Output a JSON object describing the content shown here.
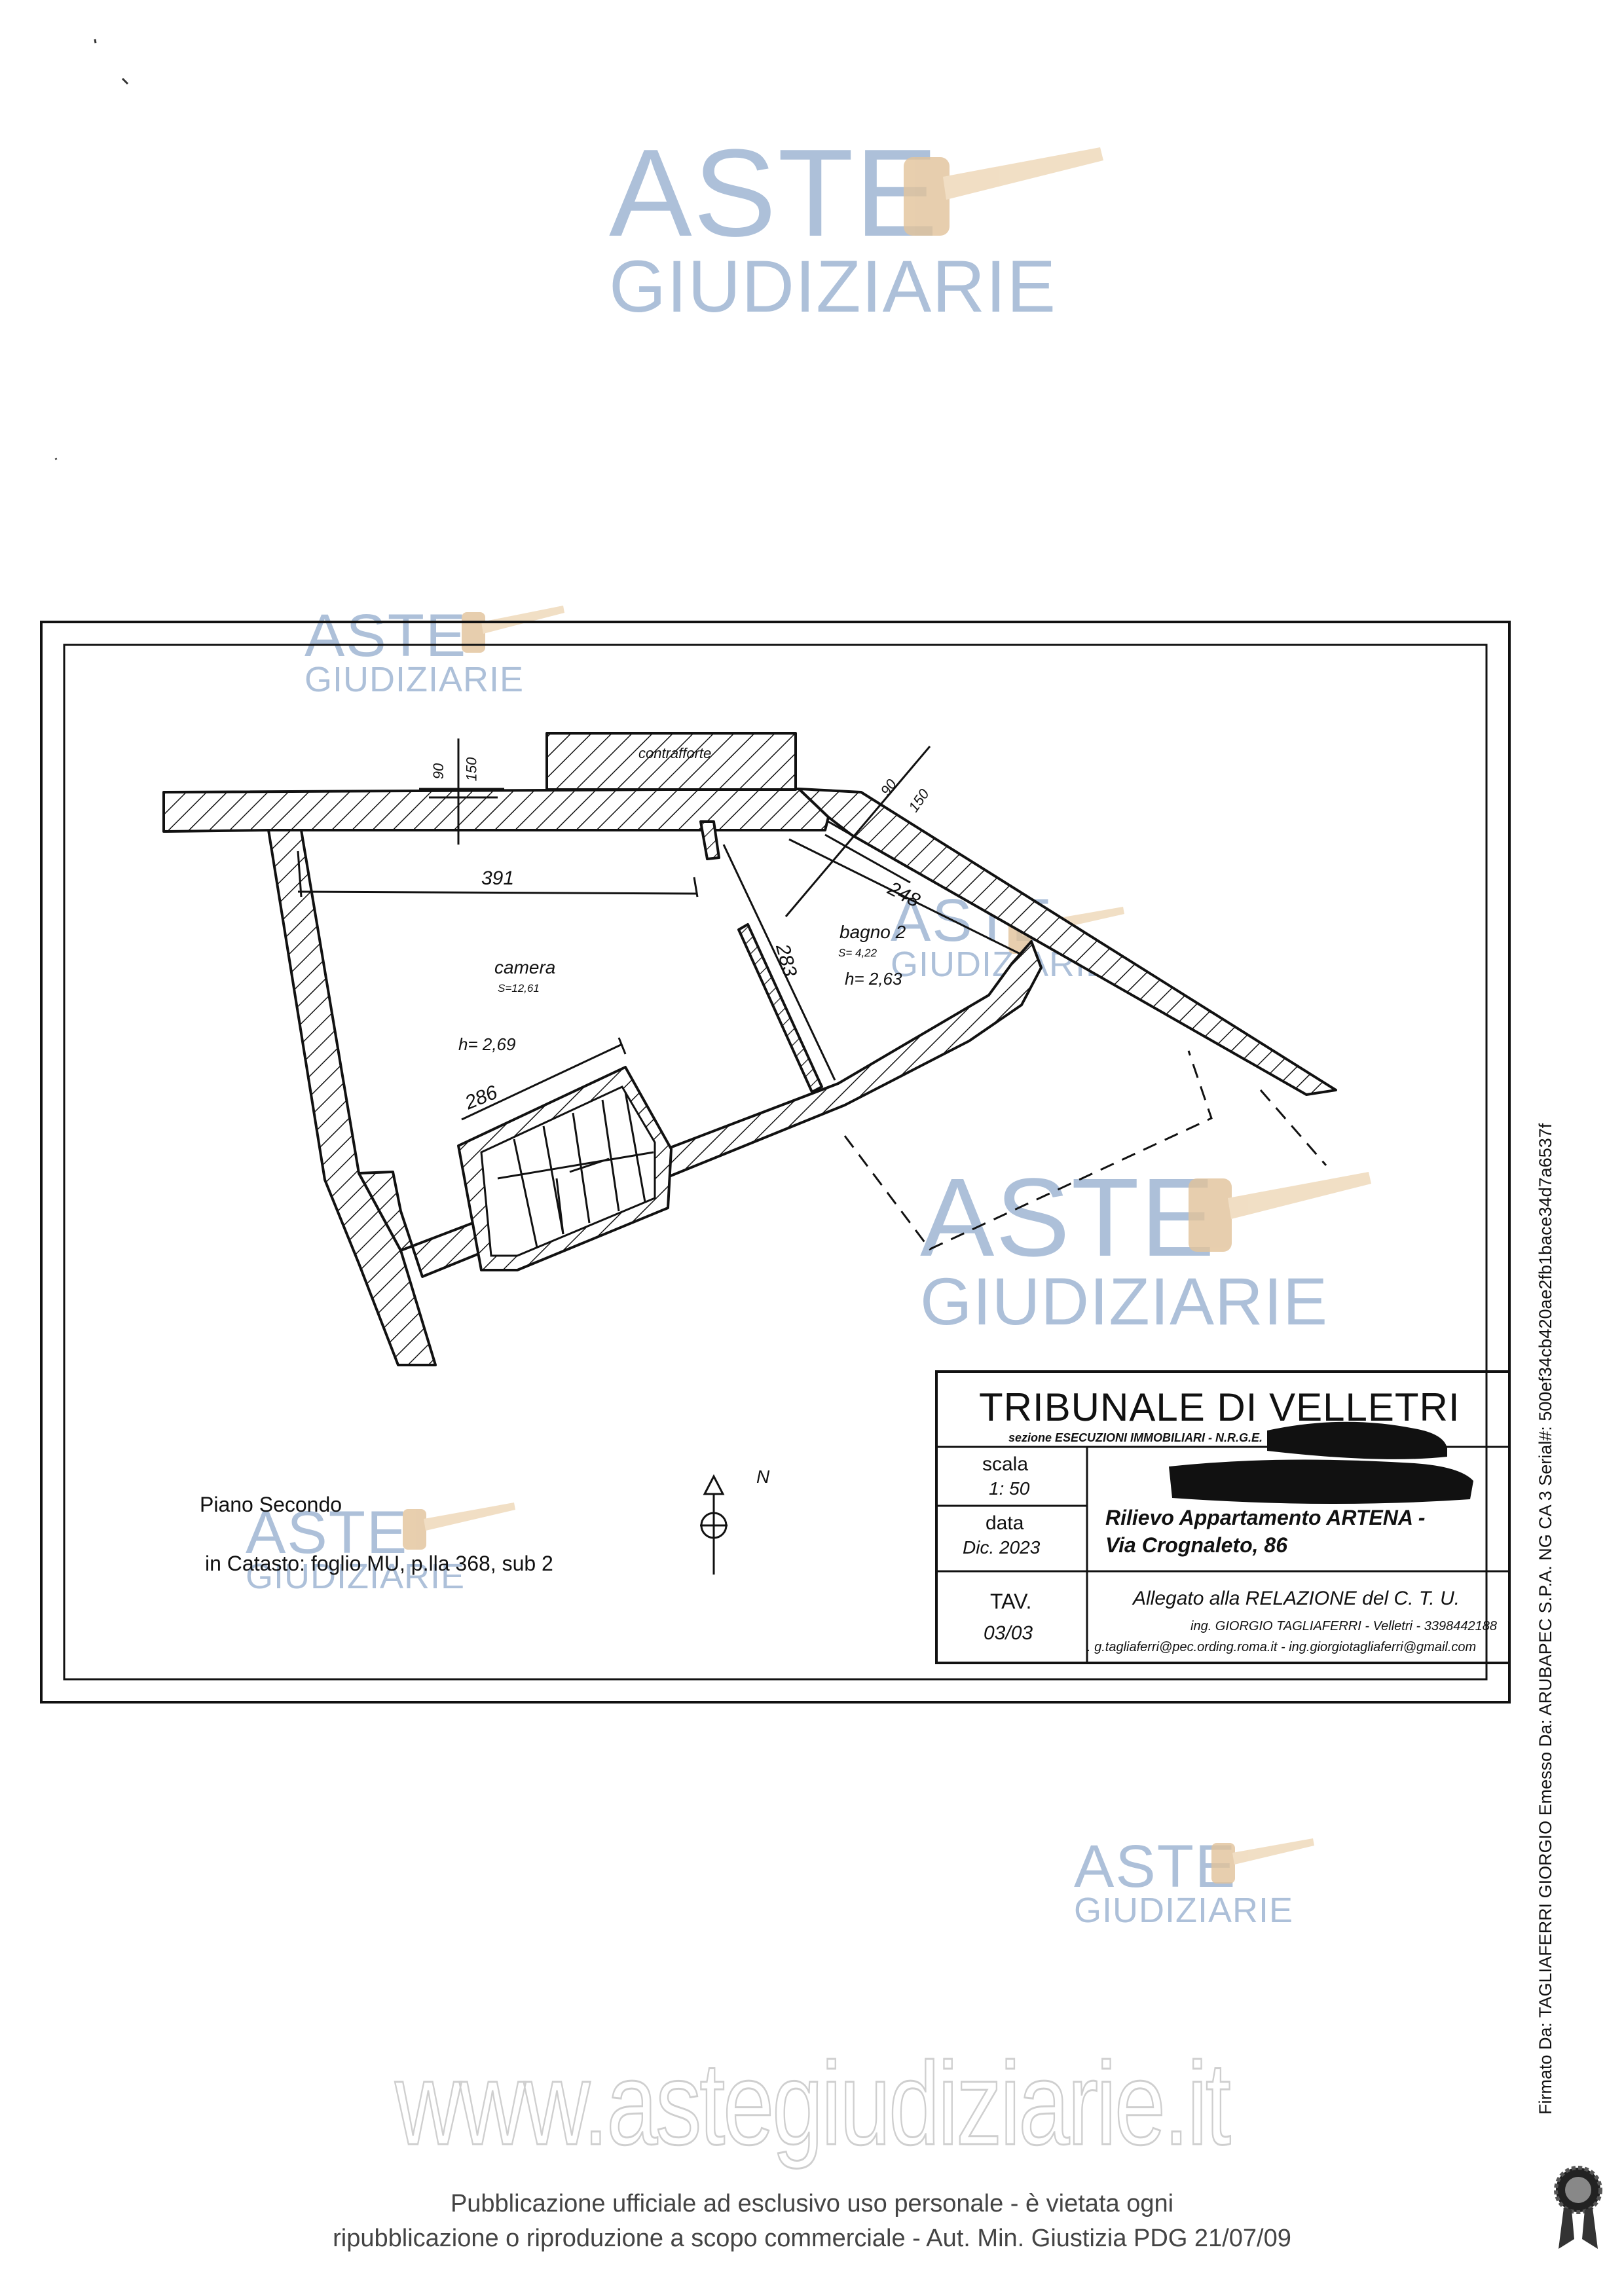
{
  "watermark": {
    "line1": "ASTE",
    "line2": "GIUDIZIARIE"
  },
  "plan": {
    "top_window_a": "90",
    "top_window_b": "150",
    "buttress": "contrafforte",
    "right_window_a": "90",
    "right_window_b": "150",
    "dim_391": "391",
    "dim_248": "248",
    "dim_283": "283",
    "dim_286": "286",
    "room_camera": "camera",
    "room_camera_area": "S=12,61",
    "room_camera_height": "h= 2,69",
    "room_bath": "bagno 2",
    "room_bath_area": "S= 4,22",
    "room_bath_height": "h= 2,63",
    "north": "N",
    "floor": "Piano Secondo",
    "cadastre": "in Catasto: foglio MU, p.lla 368, sub 2"
  },
  "title_block": {
    "court": "TRIBUNALE DI VELLETRI",
    "section": "sezione ESECUZIONI IMMOBILIARI  - N.R.G.E.",
    "scale_label": "scala",
    "scale_value": "1: 50",
    "date_label": "data",
    "date_value": "Dic.  2023",
    "tav_label": "TAV.",
    "tav_value": "03/03",
    "survey_line1": "Rilievo Appartamento  ARTENA -",
    "survey_line2": "Via Crognaleto, 86",
    "attachment": "Allegato alla RELAZIONE del C. T. U.",
    "engineer": "ing. GIORGIO TAGLIAFERRI -  Velletri - 3398442188",
    "emails": ". g.tagliaferri@pec.ording.roma.it  - ing.giorgiotagliaferri@gmail.com"
  },
  "signature": {
    "signed_by": "Firmato Da: TAGLIAFERRI GIORGIO Emesso Da: ARUBAPEC S.P.A. NG CA 3 Serial#: 500ef34cb420ae2fb1bace34d7a6537f"
  },
  "footer": {
    "site": "www.astegiudiziarie.it",
    "notice_line1": "Pubblicazione ufficiale ad esclusivo uso personale - è vietata ogni",
    "notice_line2": "ripubblicazione o riproduzione a scopo commerciale - Aut. Min. Giustizia PDG 21/07/09"
  },
  "colors": {
    "ink": "#111111",
    "watermark": "#9fb6d3",
    "gavel": "#e2c39a",
    "redacted": "#111111"
  }
}
